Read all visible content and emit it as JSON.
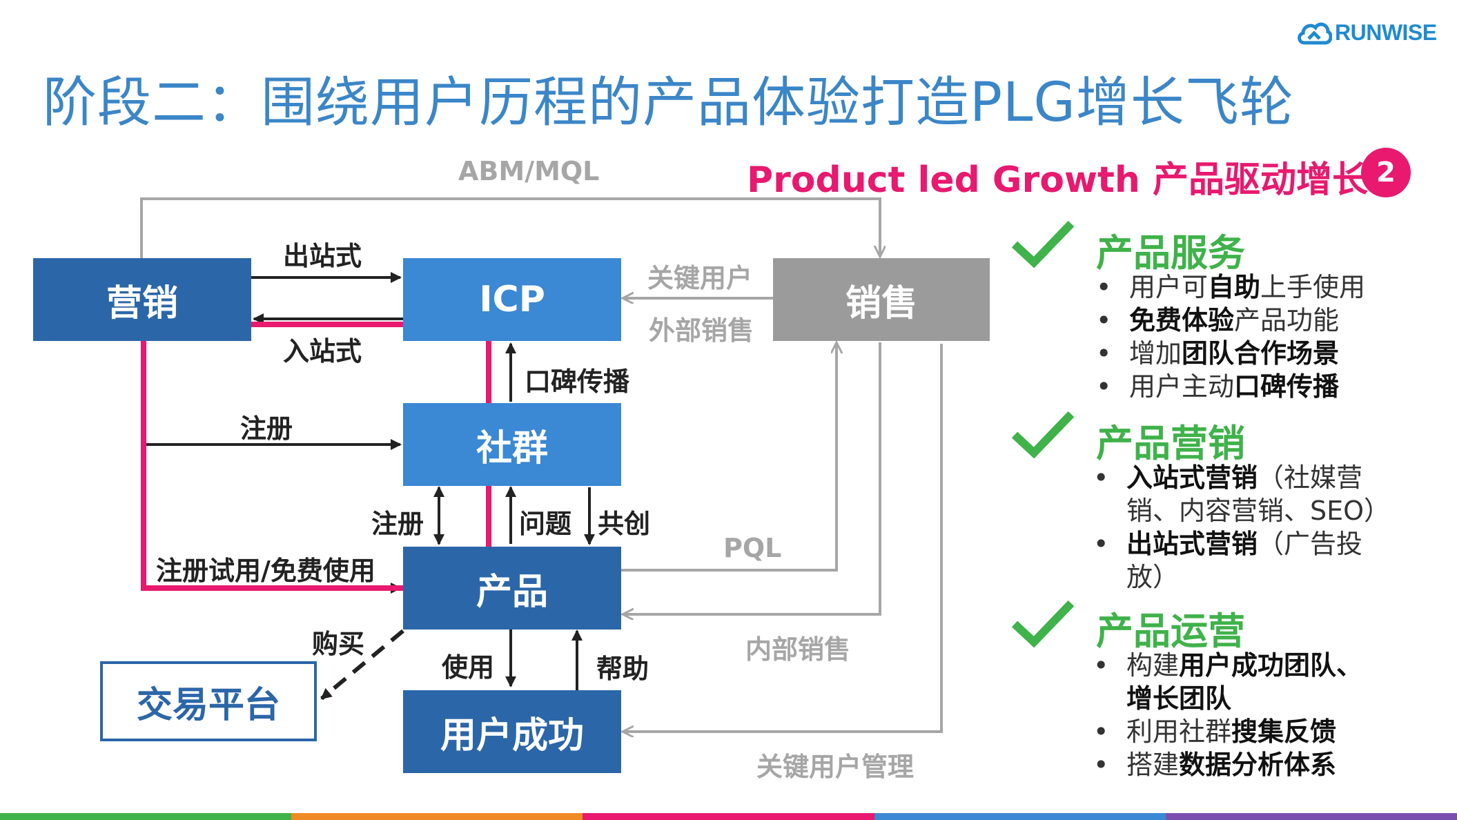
{
  "slide": {
    "title": "阶段二：围绕用户历程的产品体验打造PLG增长飞轮",
    "logo_text": "RUNWISE",
    "plg_title": "Product led Growth 产品驱动增长",
    "stage_number": "2"
  },
  "diagram": {
    "nodes": {
      "marketing": "营销",
      "icp": "ICP",
      "sales": "销售",
      "community": "社群",
      "product": "产品",
      "user_success": "用户成功",
      "trade_platform": "交易平台"
    },
    "edge_labels": {
      "abm_mql": "ABM/MQL",
      "outbound": "出站式",
      "inbound": "入站式",
      "key_users": "关键用户",
      "external_sales": "外部销售",
      "word_of_mouth": "口碑传播",
      "register_1": "注册",
      "register_2": "注册",
      "issues": "问题",
      "co_create": "共创",
      "trial": "注册试用/免费使用",
      "pql": "PQL",
      "purchase": "购买",
      "use": "使用",
      "help": "帮助",
      "internal_sales": "内部销售",
      "key_user_mgmt": "关键用户管理"
    }
  },
  "panel": {
    "sections": [
      {
        "heading": "产品服务",
        "bullets": [
          [
            {
              "t": "用户可",
              "b": false
            },
            {
              "t": "自助",
              "b": true
            },
            {
              "t": "上手使用",
              "b": false
            }
          ],
          [
            {
              "t": "免费体验",
              "b": true
            },
            {
              "t": "产品功能",
              "b": false
            }
          ],
          [
            {
              "t": "增加",
              "b": false
            },
            {
              "t": "团队合作场景",
              "b": true
            }
          ],
          [
            {
              "t": "用户主动",
              "b": false
            },
            {
              "t": "口碑传播",
              "b": true
            }
          ]
        ]
      },
      {
        "heading": "产品营销",
        "bullets": [
          [
            {
              "t": "入站式营销",
              "b": true
            },
            {
              "t": "（社媒营销、内容营销、SEO）",
              "b": false
            }
          ],
          [
            {
              "t": "出站式营销",
              "b": true
            },
            {
              "t": "（广告投放）",
              "b": false
            }
          ]
        ]
      },
      {
        "heading": "产品运营",
        "bullets": [
          [
            {
              "t": "构建",
              "b": false
            },
            {
              "t": "用户成功团队、增长团队",
              "b": true
            }
          ],
          [
            {
              "t": "利用社群",
              "b": false
            },
            {
              "t": "搜集反馈",
              "b": true
            }
          ],
          [
            {
              "t": "搭建",
              "b": false
            },
            {
              "t": "数据分析体系",
              "b": true
            }
          ]
        ]
      }
    ]
  },
  "colors": {
    "title_blue": "#3b86c8",
    "accent_pink": "#e8196f",
    "check_green": "#3fb24a",
    "node_dark": "#2b66a8",
    "node_mid": "#3b88d4",
    "node_gray": "#9b9b9b",
    "bottom_bar": [
      "#3fb24a",
      "#f08a24",
      "#e8196f",
      "#3b88d4",
      "#7a4fb0"
    ]
  }
}
